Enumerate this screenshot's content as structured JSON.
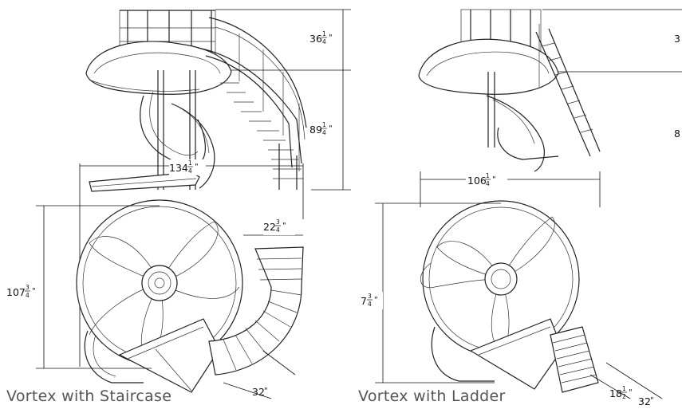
{
  "captions": {
    "left": "Vortex with Staircase",
    "right": "Vortex with Ladder"
  },
  "dimensions": {
    "stair_side_upper_height": {
      "whole": "36",
      "num": "1",
      "den": "4",
      "unit": "\""
    },
    "stair_side_lower_height": {
      "whole": "89",
      "num": "1",
      "den": "4",
      "unit": "\""
    },
    "stair_side_width_elevation": {
      "whole": "134",
      "num": "1",
      "den": "4",
      "unit": "\""
    },
    "stair_plan_offset": {
      "whole": "22",
      "num": "3",
      "den": "4",
      "unit": "\""
    },
    "stair_plan_depth": {
      "whole": "107",
      "num": "3",
      "den": "4",
      "unit": "\""
    },
    "stair_plan_stair_width": {
      "whole": "32",
      "num": "",
      "den": "",
      "unit": "\""
    },
    "ladder_plan_width": {
      "whole": "106",
      "num": "1",
      "den": "4",
      "unit": "\""
    },
    "ladder_plan_depth": {
      "whole": "7",
      "num": "3",
      "den": "4",
      "unit": "\""
    },
    "ladder_plan_ladder_depth": {
      "whole": "18",
      "num": "1",
      "den": "2",
      "unit": "\""
    },
    "ladder_plan_ladder_width": {
      "whole": "32",
      "num": "",
      "den": "",
      "unit": "\""
    },
    "ladder_side_upper_height_partial": {
      "whole": "3"
    },
    "ladder_side_lower_height_partial": {
      "whole": "8"
    }
  }
}
